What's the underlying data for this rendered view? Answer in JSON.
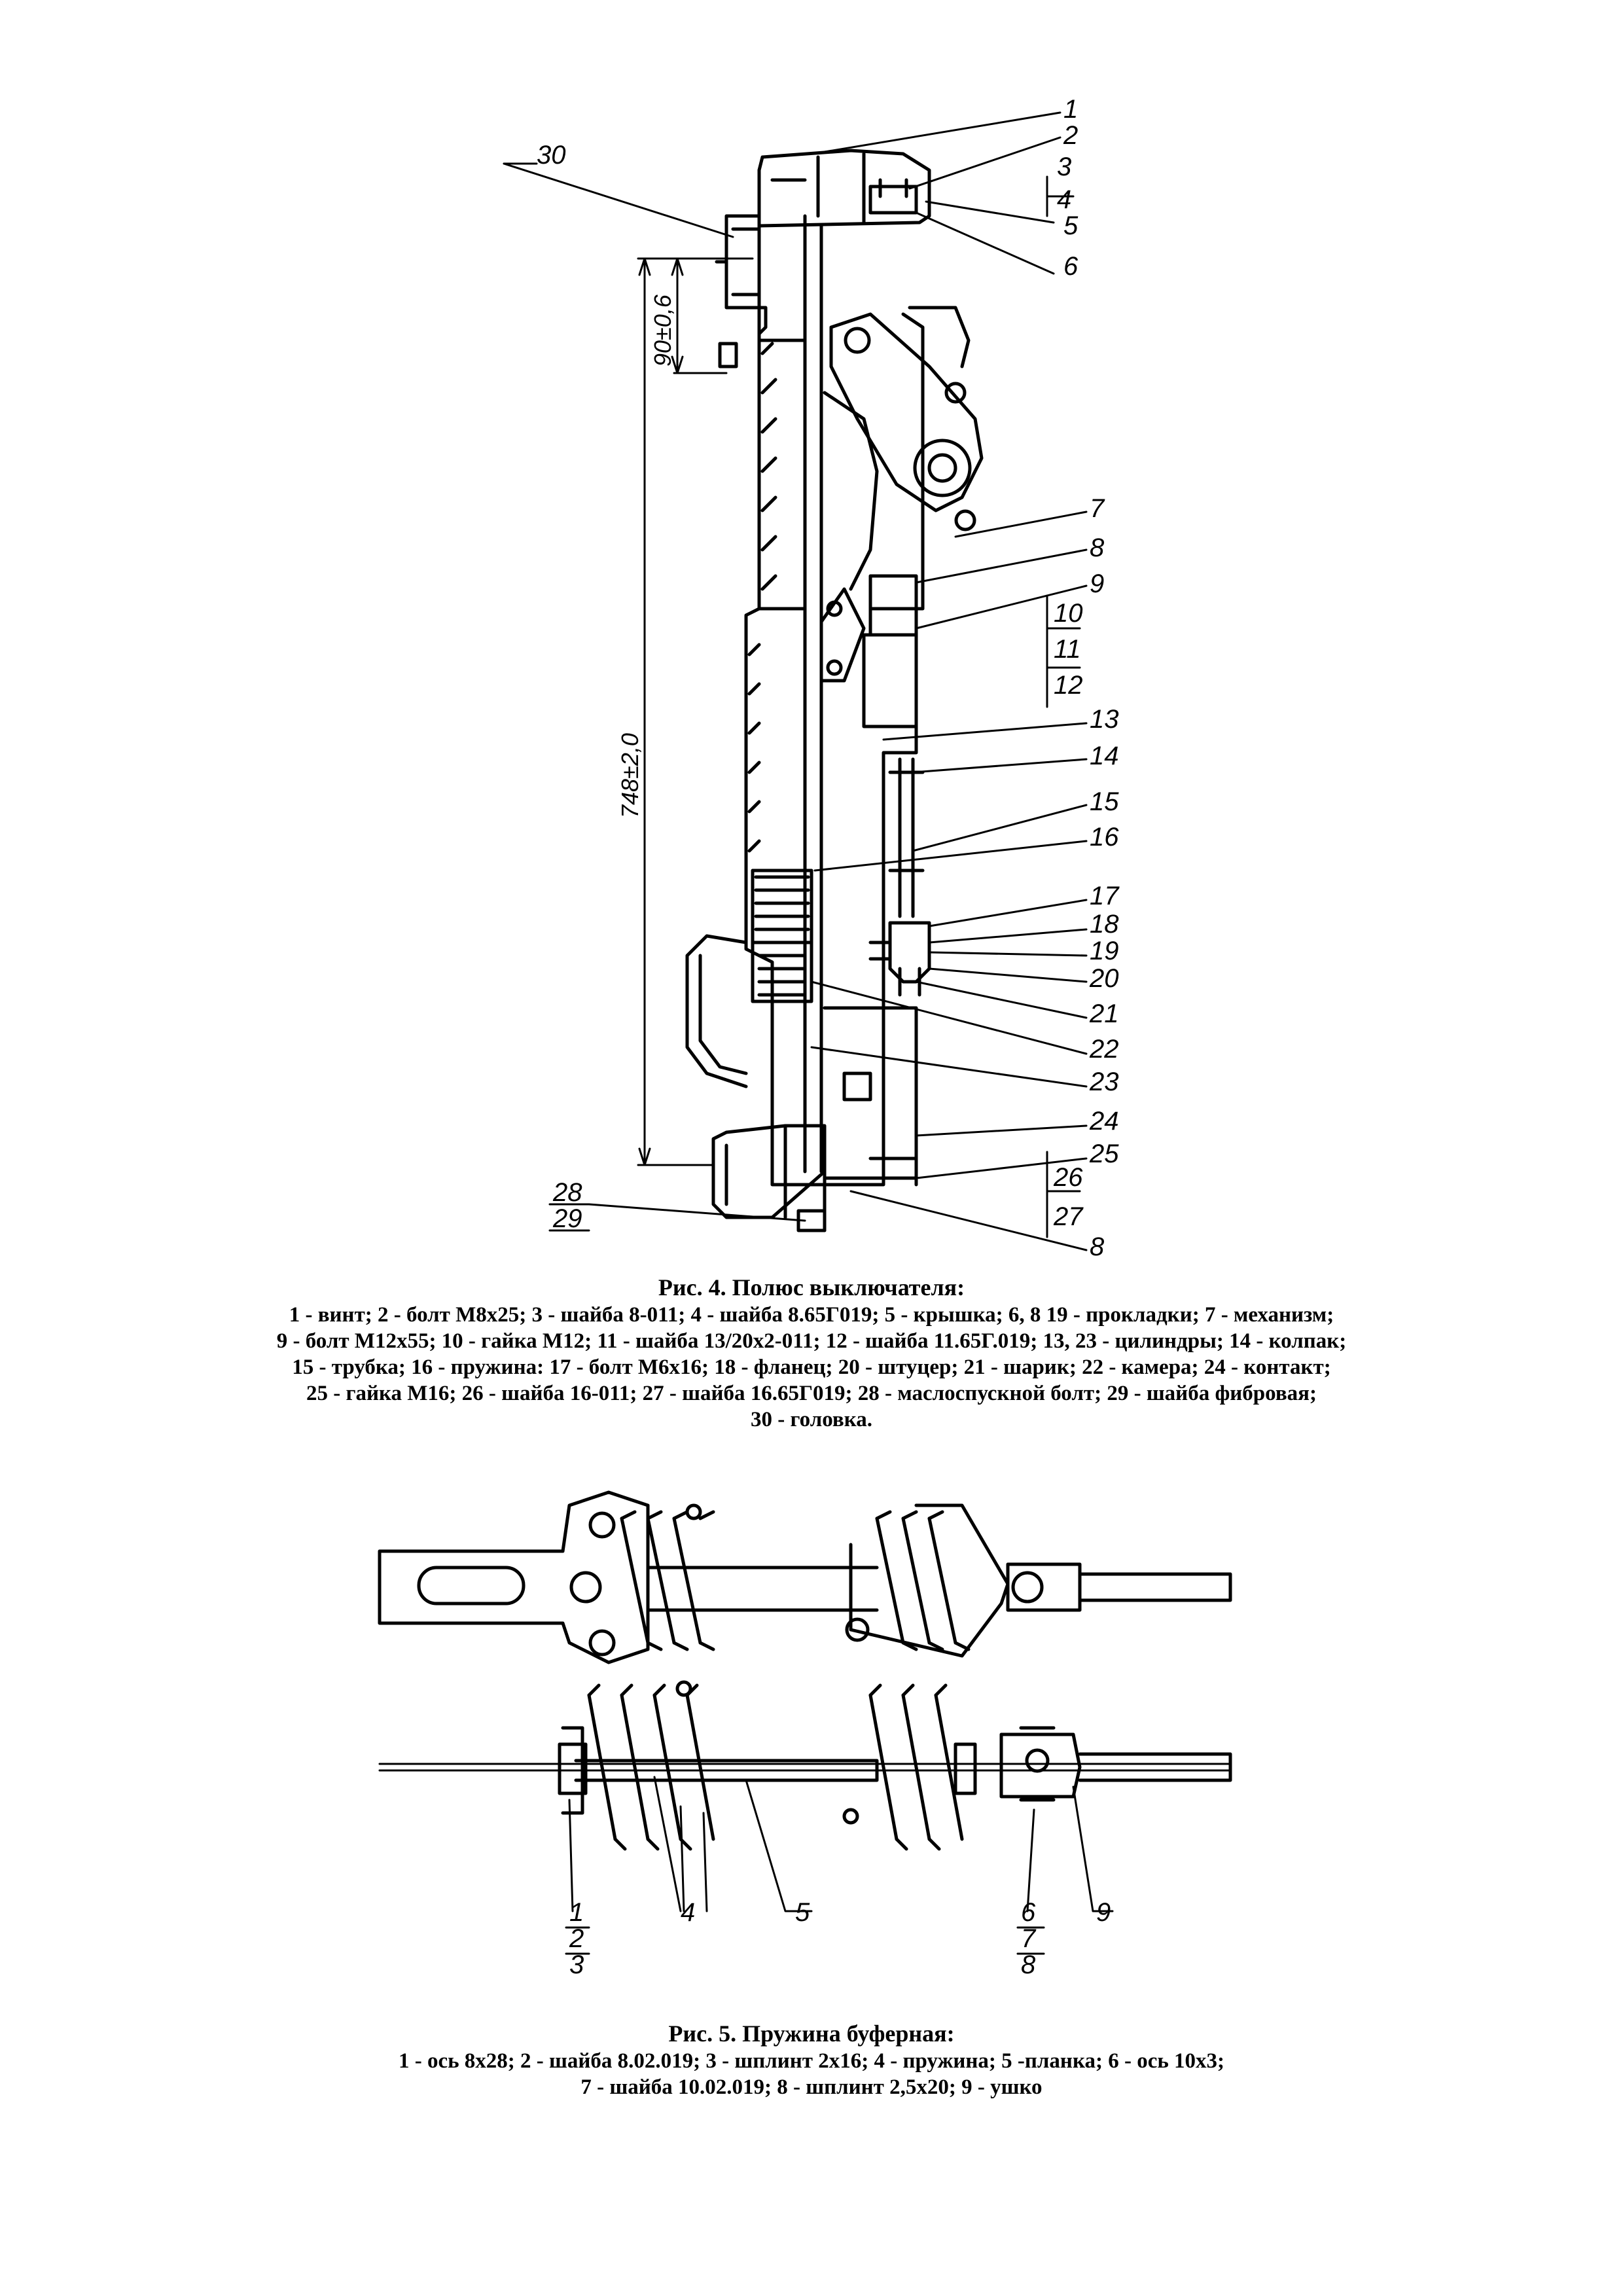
{
  "figure4": {
    "callouts": {
      "c1": "1",
      "c2": "2",
      "c3": "3",
      "c4": "4",
      "c5": "5",
      "c6": "6",
      "c7": "7",
      "c8": "8",
      "c9": "9",
      "c10": "10",
      "c11": "11",
      "c12": "12",
      "c13": "13",
      "c14": "14",
      "c15": "15",
      "c16": "16",
      "c17": "17",
      "c18": "18",
      "c19": "19",
      "c20": "20",
      "c21": "21",
      "c22": "22",
      "c23": "23",
      "c24": "24",
      "c25": "25",
      "c26": "26",
      "c27": "27",
      "c8b": "8",
      "c28": "28",
      "c29": "29",
      "c30": "30"
    },
    "dim_small": "90±0,6",
    "dim_large": "748±2,0",
    "caption": {
      "title": "Рис. 4. Полюс выключателя:",
      "lines": [
        "1 - винт; 2 - болт М8х25; 3 - шайба 8-011; 4 - шайба 8.65Г019; 5 - крышка; 6, 8 19 - прокладки; 7 - механизм;",
        "9 - болт М12х55; 10 - гайка М12; 11 - шайба 13/20х2-011; 12 - шайба 11.65Г.019; 13, 23 - цилиндры; 14 - колпак;",
        "15 - трубка; 16 - пружина: 17 - болт М6х16; 18 - фланец; 20 - штуцер; 21 - шарик; 22 - камера; 24 - контакт;",
        "25 - гайка М16; 26 - шайба 16-011; 27 - шайба 16.65Г019; 28 - маслоспускной болт; 29 - шайба фибровая;",
        "30 - головка."
      ]
    }
  },
  "figure5": {
    "callouts": {
      "c1": "1",
      "c2": "2",
      "c3": "3",
      "c4": "4",
      "c5": "5",
      "c6": "6",
      "c7": "7",
      "c8": "8",
      "c9": "9"
    },
    "caption": {
      "title": "Рис. 5. Пружина буферная:",
      "lines": [
        "1 - ось 8х28; 2 - шайба 8.02.019; 3 - шплинт 2х16; 4 - пружина; 5 -планка; 6 - ось 10х3;",
        "7 - шайба 10.02.019; 8 - шплинт 2,5х20; 9 - ушко"
      ]
    }
  }
}
